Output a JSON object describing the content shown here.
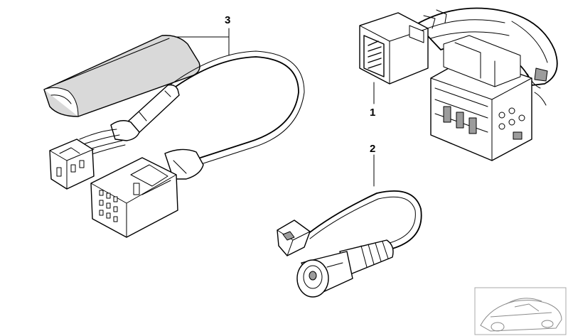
{
  "callouts": [
    {
      "id": "1",
      "text": "1"
    },
    {
      "id": "2",
      "text": "2"
    },
    {
      "id": "3",
      "text": "3"
    }
  ],
  "colors": {
    "line": "#000000",
    "shade": "#d9d9d9",
    "dark_shade": "#9c9c9c",
    "background": "#ffffff"
  },
  "icons": {
    "car_silhouette": "car-outline-icon"
  }
}
